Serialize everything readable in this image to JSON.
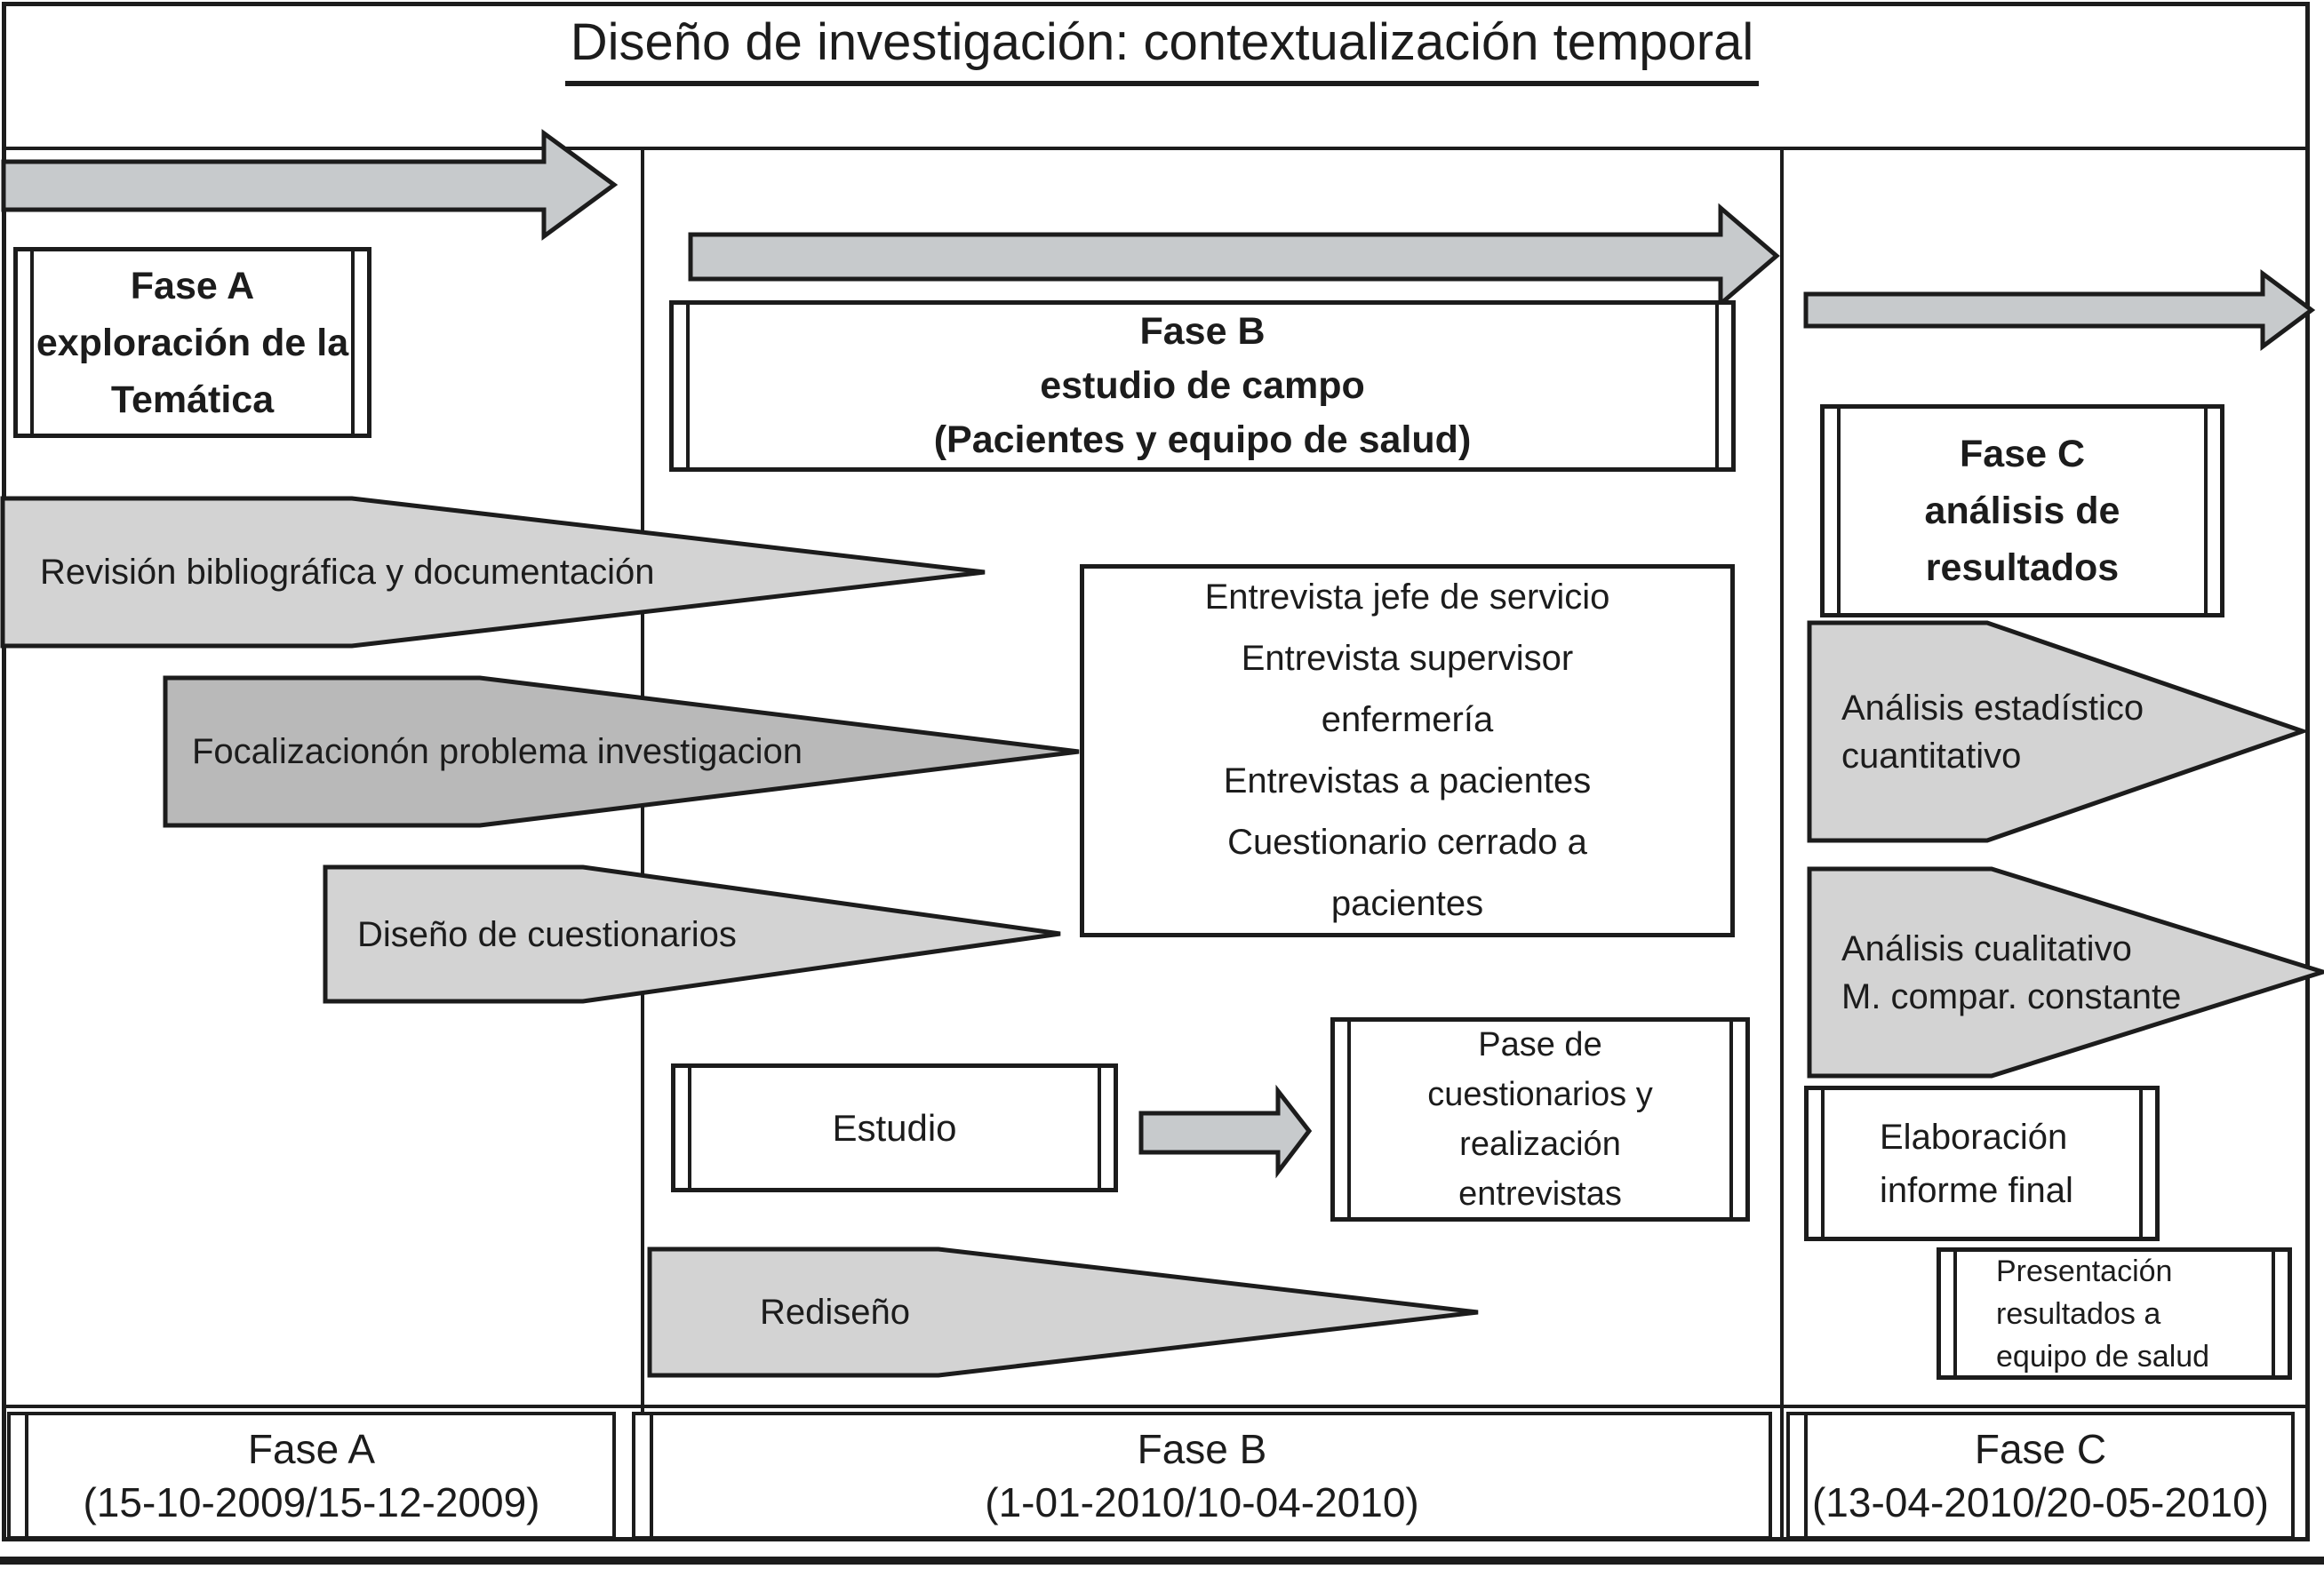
{
  "title": "Diseño de investigación: contextualización temporal",
  "colors": {
    "arrow_light": "#d3d3d3",
    "arrow_medium": "#c7cacc",
    "arrow_dark": "#b9b9b9",
    "line": "#1c1c1c",
    "background": "#ffffff"
  },
  "phase_a": {
    "header_lines": [
      "Fase A",
      "exploración de la",
      "Temática"
    ],
    "arrow_revision": "Revisión bibliográfica y documentación",
    "arrow_focalizacion": "Focalizacionón problema investigacion",
    "arrow_diseno": "Diseño de cuestionarios",
    "footer_phase": "Fase A",
    "footer_dates": "(15-10-2009/15-12-2009)"
  },
  "phase_b": {
    "header_lines": [
      "Fase B",
      "estudio de campo",
      "(Pacientes y equipo de salud)"
    ],
    "entrevista_lines": [
      "Entrevista jefe de servicio",
      "Entrevista supervisor",
      "enfermería",
      "Entrevistas a pacientes",
      "Cuestionario cerrado a",
      "pacientes"
    ],
    "estudio_label": "Estudio",
    "pase_lines": [
      "Pase de",
      "cuestionarios y",
      "realización",
      "entrevistas"
    ],
    "arrow_rediseno": "Rediseño",
    "footer_phase": "Fase B",
    "footer_dates": "(1-01-2010/10-04-2010)"
  },
  "phase_c": {
    "header_lines": [
      "Fase C",
      "análisis de",
      "resultados"
    ],
    "analisis1_lines": [
      "Análisis estadístico",
      "cuantitativo"
    ],
    "analisis2_lines": [
      "Análisis cualitativo",
      "M. compar. constante"
    ],
    "elaboracion_lines": [
      "Elaboración",
      "informe final"
    ],
    "presentacion_lines": [
      "Presentación",
      "resultados a",
      "equipo de salud"
    ],
    "footer_phase": "Fase C",
    "footer_dates": "(13-04-2010/20-05-2010)"
  }
}
